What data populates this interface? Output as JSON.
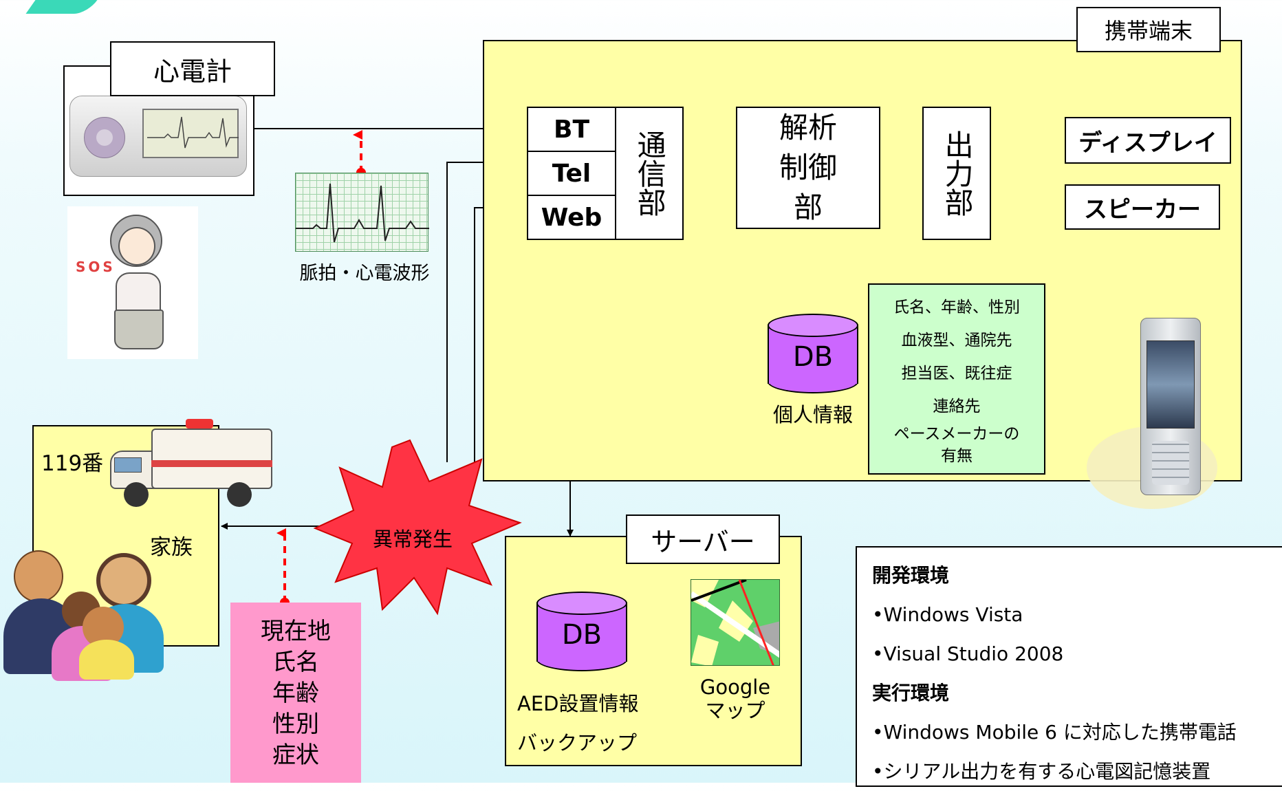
{
  "mobile": {
    "title": "携帯端末"
  },
  "ecg_meter": {
    "title": "心電計"
  },
  "comm": {
    "bt": "BT",
    "tel": "Tel",
    "web": "Web",
    "unit": "通信部"
  },
  "analysis": {
    "line1": "解析",
    "line2": "制御",
    "line3": "部"
  },
  "output": {
    "label": "出力部"
  },
  "display": {
    "label": "ディスプレイ"
  },
  "speaker": {
    "label": "スピーカー"
  },
  "db_personal": {
    "db": "DB",
    "caption": "個人情報"
  },
  "personal_info": [
    "氏名、年齢、性別",
    "血液型、通院先",
    "担当医、既往症",
    "連絡先",
    "ペースメーカーの",
    "有無"
  ],
  "waveform": {
    "caption": "脈拍・心電波形"
  },
  "sos": {
    "text": "SOS"
  },
  "family": {
    "emergency": "119番",
    "family": "家族"
  },
  "alert": {
    "text": "異常発生"
  },
  "notification": [
    "現在地",
    "氏名",
    "年齢",
    "性別",
    "症状"
  ],
  "server": {
    "title": "サーバー",
    "db": "DB",
    "aed": "AED設置情報",
    "backup": "バックアップ",
    "map_line1": "Google",
    "map_line2": "マップ"
  },
  "dev_env": {
    "dev_heading": "開発環境",
    "dev_items": [
      "•Windows Vista",
      "•Visual Studio 2008"
    ],
    "run_heading": "実行環境",
    "run_items": [
      "•Windows Mobile 6 に対応した携帯電話",
      "•シリアル出力を有する心電図記憶装置"
    ]
  },
  "colors": {
    "yellow": "#ffffa6",
    "green": "#ccffcc",
    "pink": "#ff99cc",
    "purple": "#cc66ff",
    "burst": "#ff3344"
  }
}
